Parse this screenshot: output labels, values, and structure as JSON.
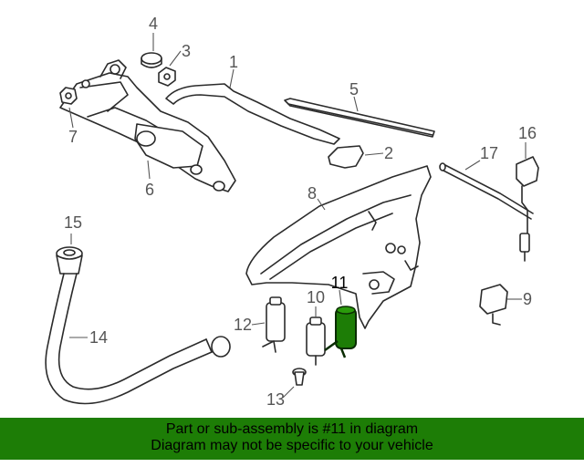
{
  "diagram": {
    "highlight_color": "#1d7d06",
    "callouts": [
      {
        "id": "1",
        "label": "1"
      },
      {
        "id": "2",
        "label": "2"
      },
      {
        "id": "3",
        "label": "3"
      },
      {
        "id": "4",
        "label": "4"
      },
      {
        "id": "5",
        "label": "5"
      },
      {
        "id": "6",
        "label": "6"
      },
      {
        "id": "7",
        "label": "7"
      },
      {
        "id": "8",
        "label": "8"
      },
      {
        "id": "9",
        "label": "9"
      },
      {
        "id": "10",
        "label": "10"
      },
      {
        "id": "11",
        "label": "11"
      },
      {
        "id": "12",
        "label": "12"
      },
      {
        "id": "13",
        "label": "13"
      },
      {
        "id": "14",
        "label": "14"
      },
      {
        "id": "15",
        "label": "15"
      },
      {
        "id": "16",
        "label": "16"
      },
      {
        "id": "17",
        "label": "17"
      }
    ]
  },
  "footer": {
    "line1": "Part or sub-assembly is #11 in diagram",
    "line2": "Diagram may not be specific to your vehicle",
    "background": "#1d7d06"
  }
}
